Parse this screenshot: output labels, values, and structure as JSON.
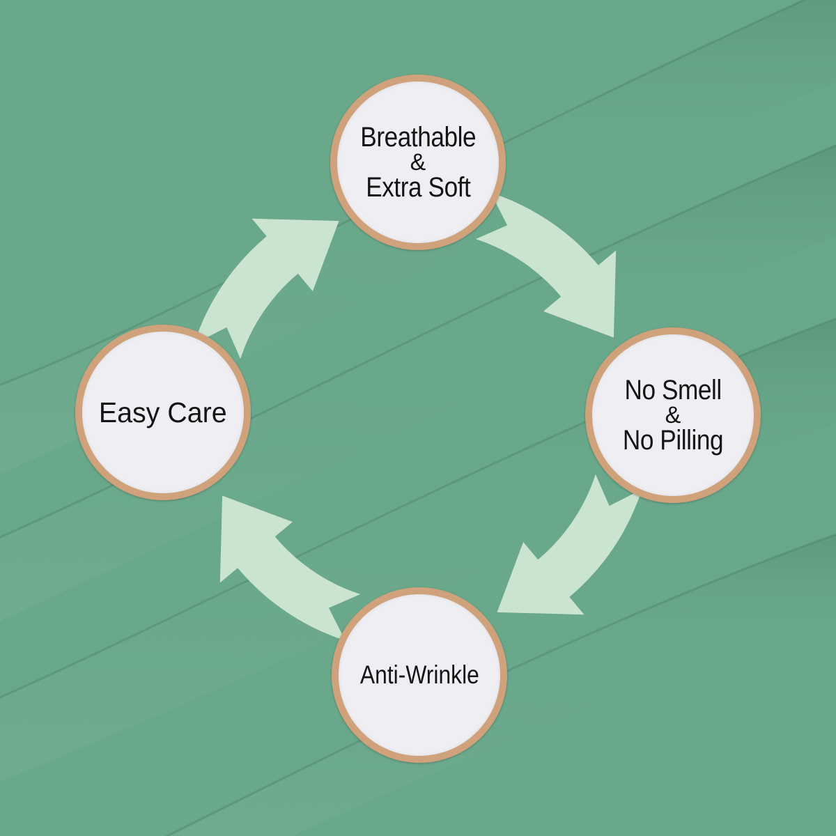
{
  "colors": {
    "fabric": "#6aa88b",
    "fabric_highlight": "#7db59b",
    "fabric_shadow": "#4f8a70",
    "arrow": "#d4e9d6",
    "badge_fill": "#efeff3",
    "badge_ring": "#cfa27b",
    "text": "#141414"
  },
  "diagram": {
    "type": "cycle",
    "direction": "clockwise",
    "nodes": [
      {
        "id": "top",
        "lines": [
          "Breathable",
          "&",
          "Extra Soft"
        ]
      },
      {
        "id": "right",
        "lines": [
          "No Smell",
          "&",
          "No Pilling"
        ]
      },
      {
        "id": "bottom",
        "lines": [
          "Anti-Wrinkle"
        ]
      },
      {
        "id": "left",
        "lines": [
          "Easy Care"
        ]
      }
    ],
    "connector_icon": "curved-arrow"
  }
}
